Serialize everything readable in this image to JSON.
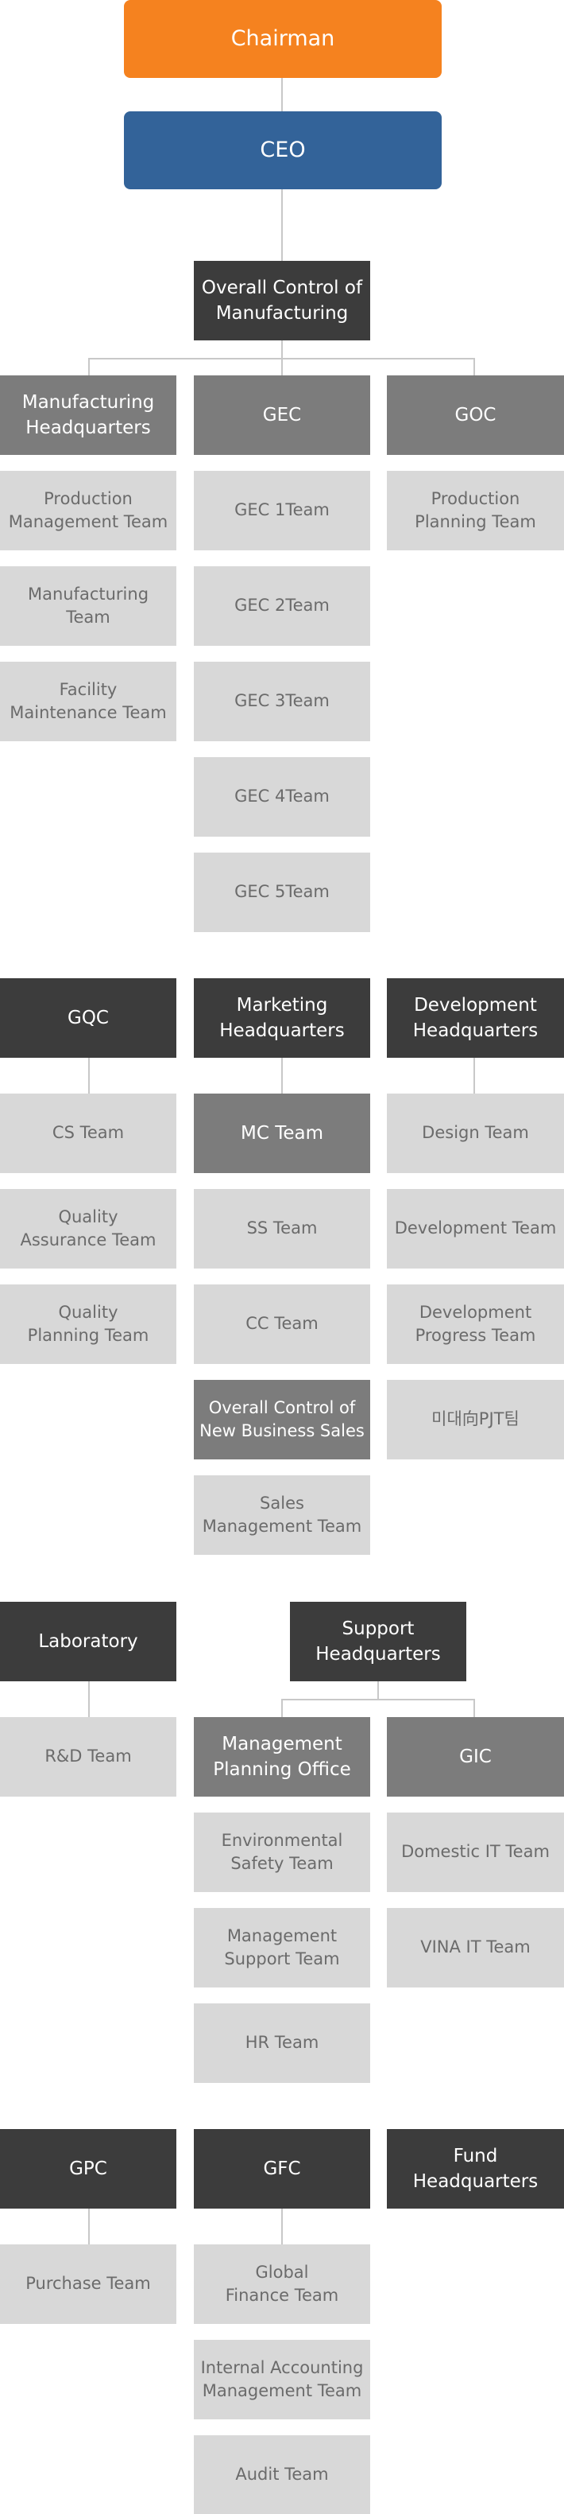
{
  "top": {
    "chairman": "Chairman",
    "ceo": "CEO"
  },
  "section1": {
    "overall": "Overall Control of\nManufacturing",
    "col1": {
      "head": "Manufacturing\nHeadquarters",
      "teams": [
        "Production\nManagement Team",
        "Manufacturing\nTeam",
        "Facility\nMaintenance Team"
      ]
    },
    "col2": {
      "head": "GEC",
      "teams": [
        "GEC 1Team",
        "GEC 2Team",
        "GEC 3Team",
        "GEC 4Team",
        "GEC 5Team"
      ]
    },
    "col3": {
      "head": "GOC",
      "teams": [
        "Production\nPlanning Team"
      ]
    }
  },
  "section2": {
    "col1": {
      "head": "GQC",
      "teams": [
        "CS Team",
        "Quality\nAssurance Team",
        "Quality\nPlanning Team"
      ]
    },
    "col2": {
      "head": "Marketing\nHeadquarters",
      "teams": [
        "MC Team",
        "SS Team",
        "CC Team",
        "Overall Control of\nNew Business Sales",
        "Sales\nManagement Team"
      ]
    },
    "col3": {
      "head": "Development\nHeadquarters",
      "teams": [
        "Design Team",
        "Development Team",
        "Development\nProgress Team",
        "미대向PJT팀"
      ]
    }
  },
  "section3": {
    "lab": {
      "head": "Laboratory",
      "teams": [
        "R&D Team"
      ]
    },
    "support": "Support\nHeadquarters",
    "mpo": {
      "head": "Management\nPlanning Office",
      "teams": [
        "Environmental\nSafety Team",
        "Management\nSupport Team",
        "HR Team"
      ]
    },
    "gic": {
      "head": "GIC",
      "teams": [
        "Domestic IT Team",
        "VINA IT Team"
      ]
    }
  },
  "section4": {
    "col1": {
      "head": "GPC",
      "teams": [
        "Purchase Team"
      ]
    },
    "col2": {
      "head": "GFC",
      "teams": [
        "Global\nFinance Team",
        "Internal Accounting\nManagement Team",
        "Audit Team"
      ]
    },
    "col3": {
      "head": "Fund\nHeadquarters"
    }
  }
}
